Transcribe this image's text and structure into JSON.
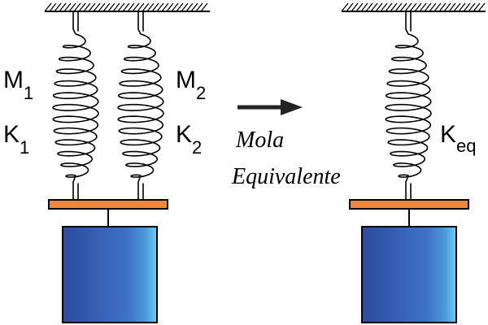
{
  "left_system": {
    "label_m1": "M",
    "label_m1_sub": "1",
    "label_k1": "K",
    "label_k1_sub": "1",
    "label_m2": "M",
    "label_m2_sub": "2",
    "label_k2": "K",
    "label_k2_sub": "2"
  },
  "transition": {
    "line1": "Mola",
    "line2": "Equivalente"
  },
  "right_system": {
    "label_keq": "K",
    "label_keq_sub": "eq"
  },
  "colors": {
    "bar": "#f0883c",
    "mass_dark": "#2c4aa0",
    "mass_light": "#5cc6ee",
    "stroke": "#000000"
  }
}
